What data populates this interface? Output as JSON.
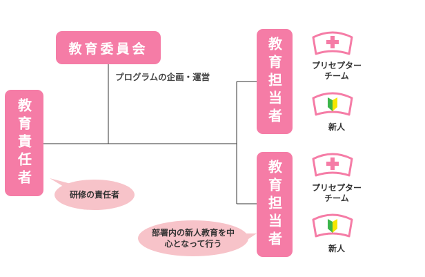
{
  "committee": "教育委員会",
  "committee_role": "プログラムの企画・運営",
  "head": "教育責任者",
  "head_role": "研修の責任者",
  "staff_upper": "教育担当者",
  "staff_lower": "教育担当者",
  "staff_role": "部署内の新人教育を中心となって行う",
  "preceptor_upper": "プリセプターチーム",
  "newbie_upper": "新人",
  "preceptor_lower": "プリセプターチーム",
  "newbie_lower": "新人",
  "colors": {
    "pink": "#f57ca6",
    "bubble": "#f7c3c9",
    "line": "#333333",
    "mark_green": "#3bb54a",
    "mark_yellow": "#f5e600"
  }
}
